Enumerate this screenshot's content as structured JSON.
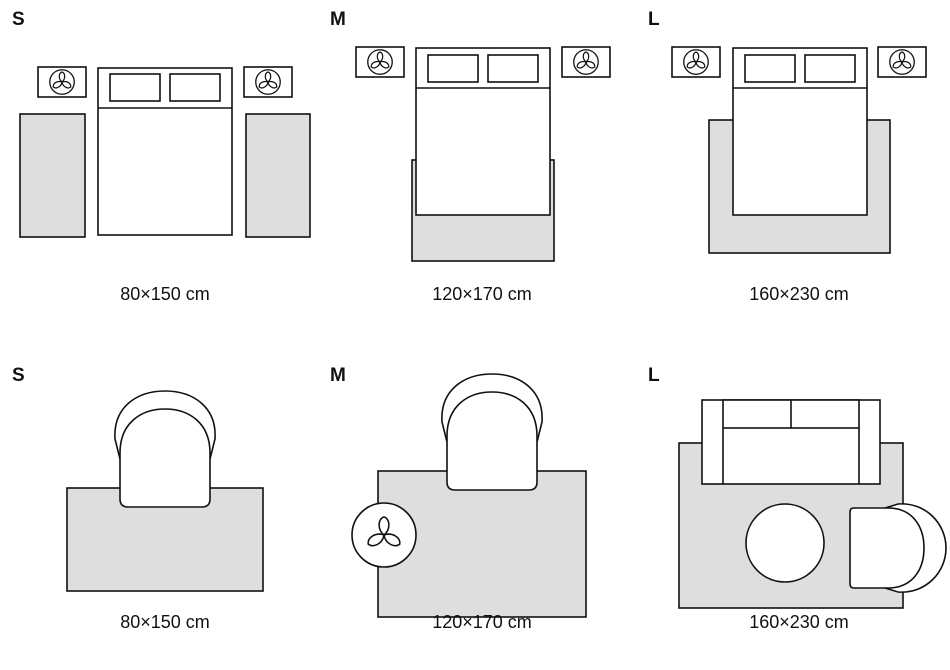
{
  "bedroom": {
    "small": {
      "letter": "S",
      "dimensions": "80×150 cm"
    },
    "medium": {
      "letter": "M",
      "dimensions": "120×170 cm"
    },
    "large": {
      "letter": "L",
      "dimensions": "160×230 cm"
    }
  },
  "living": {
    "small": {
      "letter": "S",
      "dimensions": "80×150 cm"
    },
    "medium": {
      "letter": "M",
      "dimensions": "120×170 cm"
    },
    "large": {
      "letter": "L",
      "dimensions": "160×230 cm"
    }
  },
  "icons": {
    "lamp": "lamp-icon",
    "plant": "plant-icon"
  },
  "colors": {
    "rug": "#dedede",
    "outline": "#111111",
    "furniture": "#ffffff"
  }
}
